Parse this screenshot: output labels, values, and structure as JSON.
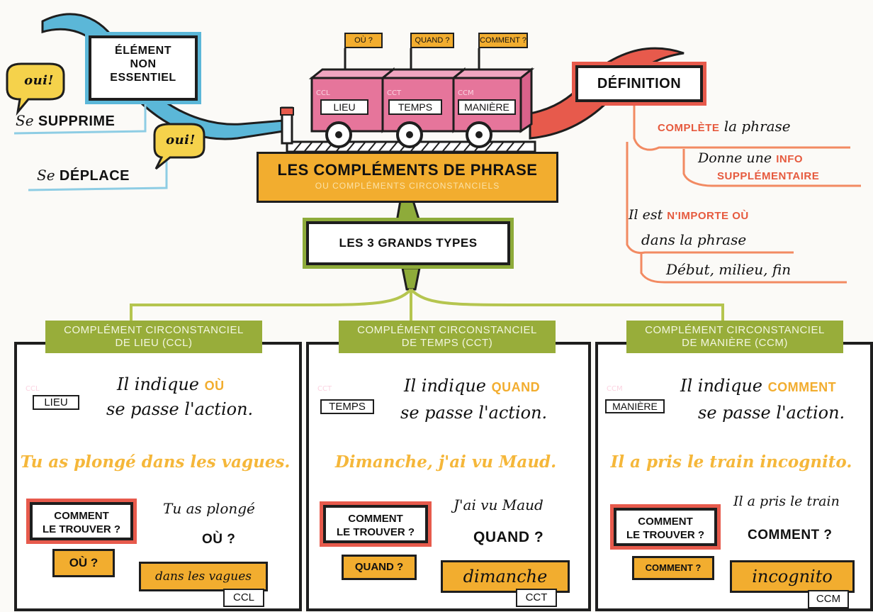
{
  "top_left": {
    "element_box": "ÉLÉMENT\nNON\nESSENTIEL",
    "bubble_1": "oui!",
    "bubble_2": "oui!",
    "supprime_prefix": "Se ",
    "supprime_word": "SUPPRIME",
    "deplace_prefix": "Se ",
    "deplace_word": "DÉPLACE"
  },
  "train": {
    "flags": [
      "OÙ ?",
      "QUAND ?",
      "COMMENT ?"
    ],
    "wagons": [
      {
        "tag": "CCL",
        "label": "LIEU"
      },
      {
        "tag": "CCT",
        "label": "TEMPS"
      },
      {
        "tag": "CCM",
        "label": "MANIÈRE"
      }
    ]
  },
  "main_title": {
    "title": "LES COMPLÉMENTS DE PHRASE",
    "subtitle": "OU COMPLÉMENTS CIRCONSTANCIELS"
  },
  "definition": {
    "title": "DÉFINITION",
    "line1_a": "COMPLÈTE",
    "line1_b": " la phrase",
    "line2_a": "Donne une ",
    "line2_b": "INFO",
    "line2_c": "SUPPLÉMENTAIRE",
    "line3_a": "Il est ",
    "line3_b": "N'IMPORTE OÙ",
    "line4": "dans la phrase",
    "line5": "Début, milieu, fin"
  },
  "types_box": "LES 3 GRANDS TYPES",
  "columns": [
    {
      "header": "COMPLÉMENT CIRCONSTANCIEL\nDE LIEU (CCL)",
      "wagon_tag": "CCL",
      "wagon_label": "LIEU",
      "indique_a": "Il indique ",
      "indique_b": "OÙ",
      "indique_c": "se passe l'action.",
      "sentence": "Tu as plongé dans les vagues.",
      "find": "COMMENT\nLE TROUVER ?",
      "question_tag": "OÙ ?",
      "hint1": "Tu as plongé",
      "hint2": "OÙ ?",
      "answer": "dans les vagues",
      "abbr": "CCL"
    },
    {
      "header": "COMPLÉMENT CIRCONSTANCIEL\nDE TEMPS (CCT)",
      "wagon_tag": "CCT",
      "wagon_label": "TEMPS",
      "indique_a": "Il indique ",
      "indique_b": "QUAND",
      "indique_c": "se passe l'action.",
      "sentence": "Dimanche, j'ai vu Maud.",
      "find": "COMMENT\nLE TROUVER ?",
      "question_tag": "QUAND ?",
      "hint1": "J'ai vu Maud",
      "hint2": "QUAND ?",
      "answer": "dimanche",
      "abbr": "CCT"
    },
    {
      "header": "COMPLÉMENT CIRCONSTANCIEL\nDE MANIÈRE (CCM)",
      "wagon_tag": "CCM",
      "wagon_label": "MANIÈRE",
      "indique_a": "Il indique ",
      "indique_b": "COMMENT",
      "indique_c": "se passe l'action.",
      "sentence": "Il a pris le train incognito.",
      "find": "COMMENT\nLE TROUVER ?",
      "question_tag": "COMMENT ?",
      "hint1": "Il a pris le train",
      "hint2": "COMMENT ?",
      "answer": "incognito",
      "abbr": "CCM"
    }
  ],
  "colors": {
    "pink": "#e6759b",
    "orange": "#f2ad2f",
    "green": "#98ad3a",
    "blue": "#5bb7d8",
    "red": "#e75a4c"
  }
}
